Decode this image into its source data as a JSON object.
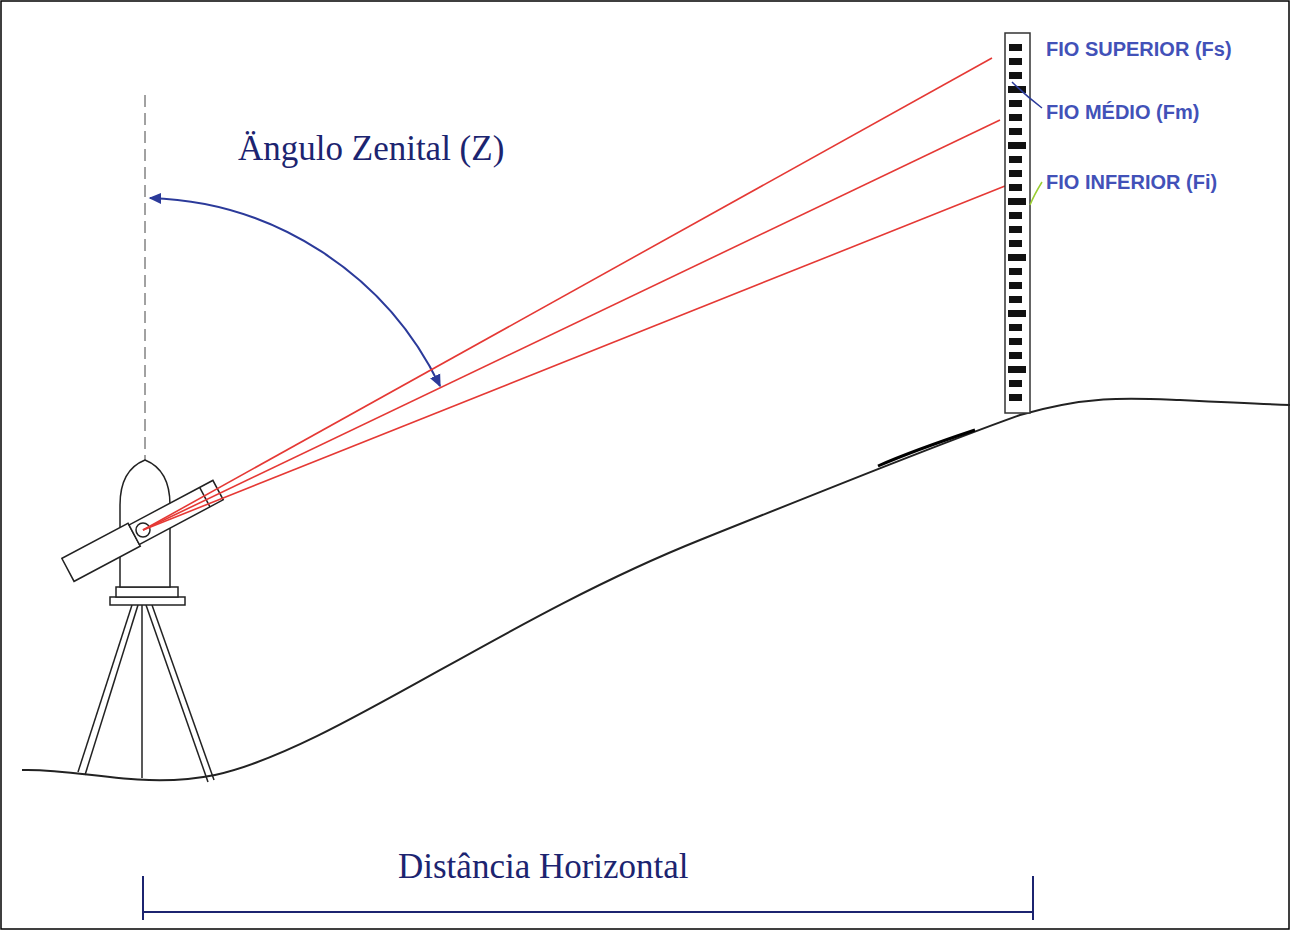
{
  "diagram": {
    "labels": [
      "Ängulo Zenital (Z)",
      "FIO SUPERIOR (Fs)",
      "FIO MÉDIO (Fm)",
      "FIO INFERIOR (Fi)",
      "Distância Horizontal"
    ]
  }
}
